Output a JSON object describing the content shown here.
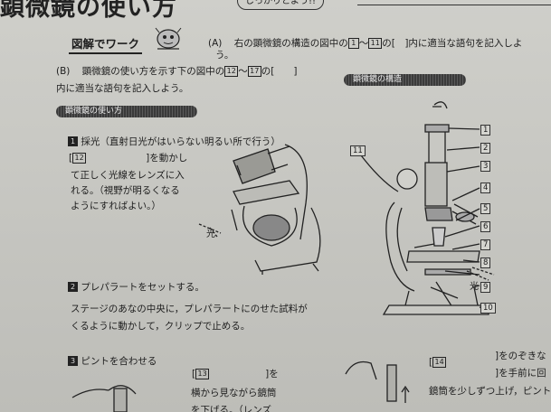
{
  "header": {
    "title": "顕微鏡の使い方",
    "tag": "しっかりとよう!!"
  },
  "badge": {
    "label": "図解でワーク"
  },
  "sectionA": {
    "marker": "(A)",
    "line1a": "右の顕微鏡の構造の図中の",
    "line1b": "〜",
    "line1c": "の[　]内に適当な語句を記入しよ",
    "line2": "う。",
    "from": "1",
    "to": "11"
  },
  "sectionB": {
    "marker": "(B)",
    "line1a": "顕微鏡の使い方を示す下の図中の",
    "line1b": "〜",
    "line1c": "の[　　]",
    "line2": "内に適当な語句を記入しよう。",
    "from": "12",
    "to": "17"
  },
  "headers": {
    "left": "顕微鏡の使い方",
    "right": "顕微鏡の構造"
  },
  "step1": {
    "num": "1",
    "title": "採光（直射日光がはいらない明るい所で行う）",
    "answer_num": "12",
    "answer_after": "]を動かし",
    "lines": [
      "て正しく光線をレンズに入",
      "れる。（視野が明るくなる",
      "ようにすればよい。）"
    ],
    "light_label": "光"
  },
  "step2": {
    "num": "2",
    "title": "プレパラートをセットする。",
    "lines": [
      "ステージのあなの中央に，プレパラートにのせた試料が",
      "くるように動かして，クリップで止める。"
    ]
  },
  "step3": {
    "num": "3",
    "title": "ピントを合わせる",
    "answer_num": "13",
    "answer_after": "]を",
    "lines": [
      "横から見ながら鏡筒",
      "を下げる。（レンズ"
    ]
  },
  "right_bottom": {
    "num14": "14",
    "text1": "]をのぞきな",
    "text2": "]を手前に回",
    "text3": "鏡筒を少しずつ上げ，ピント"
  },
  "diagram": {
    "labels": [
      "1",
      "2",
      "3",
      "4",
      "5",
      "6",
      "7",
      "8",
      "9",
      "10",
      "11"
    ],
    "light_label": "光"
  }
}
